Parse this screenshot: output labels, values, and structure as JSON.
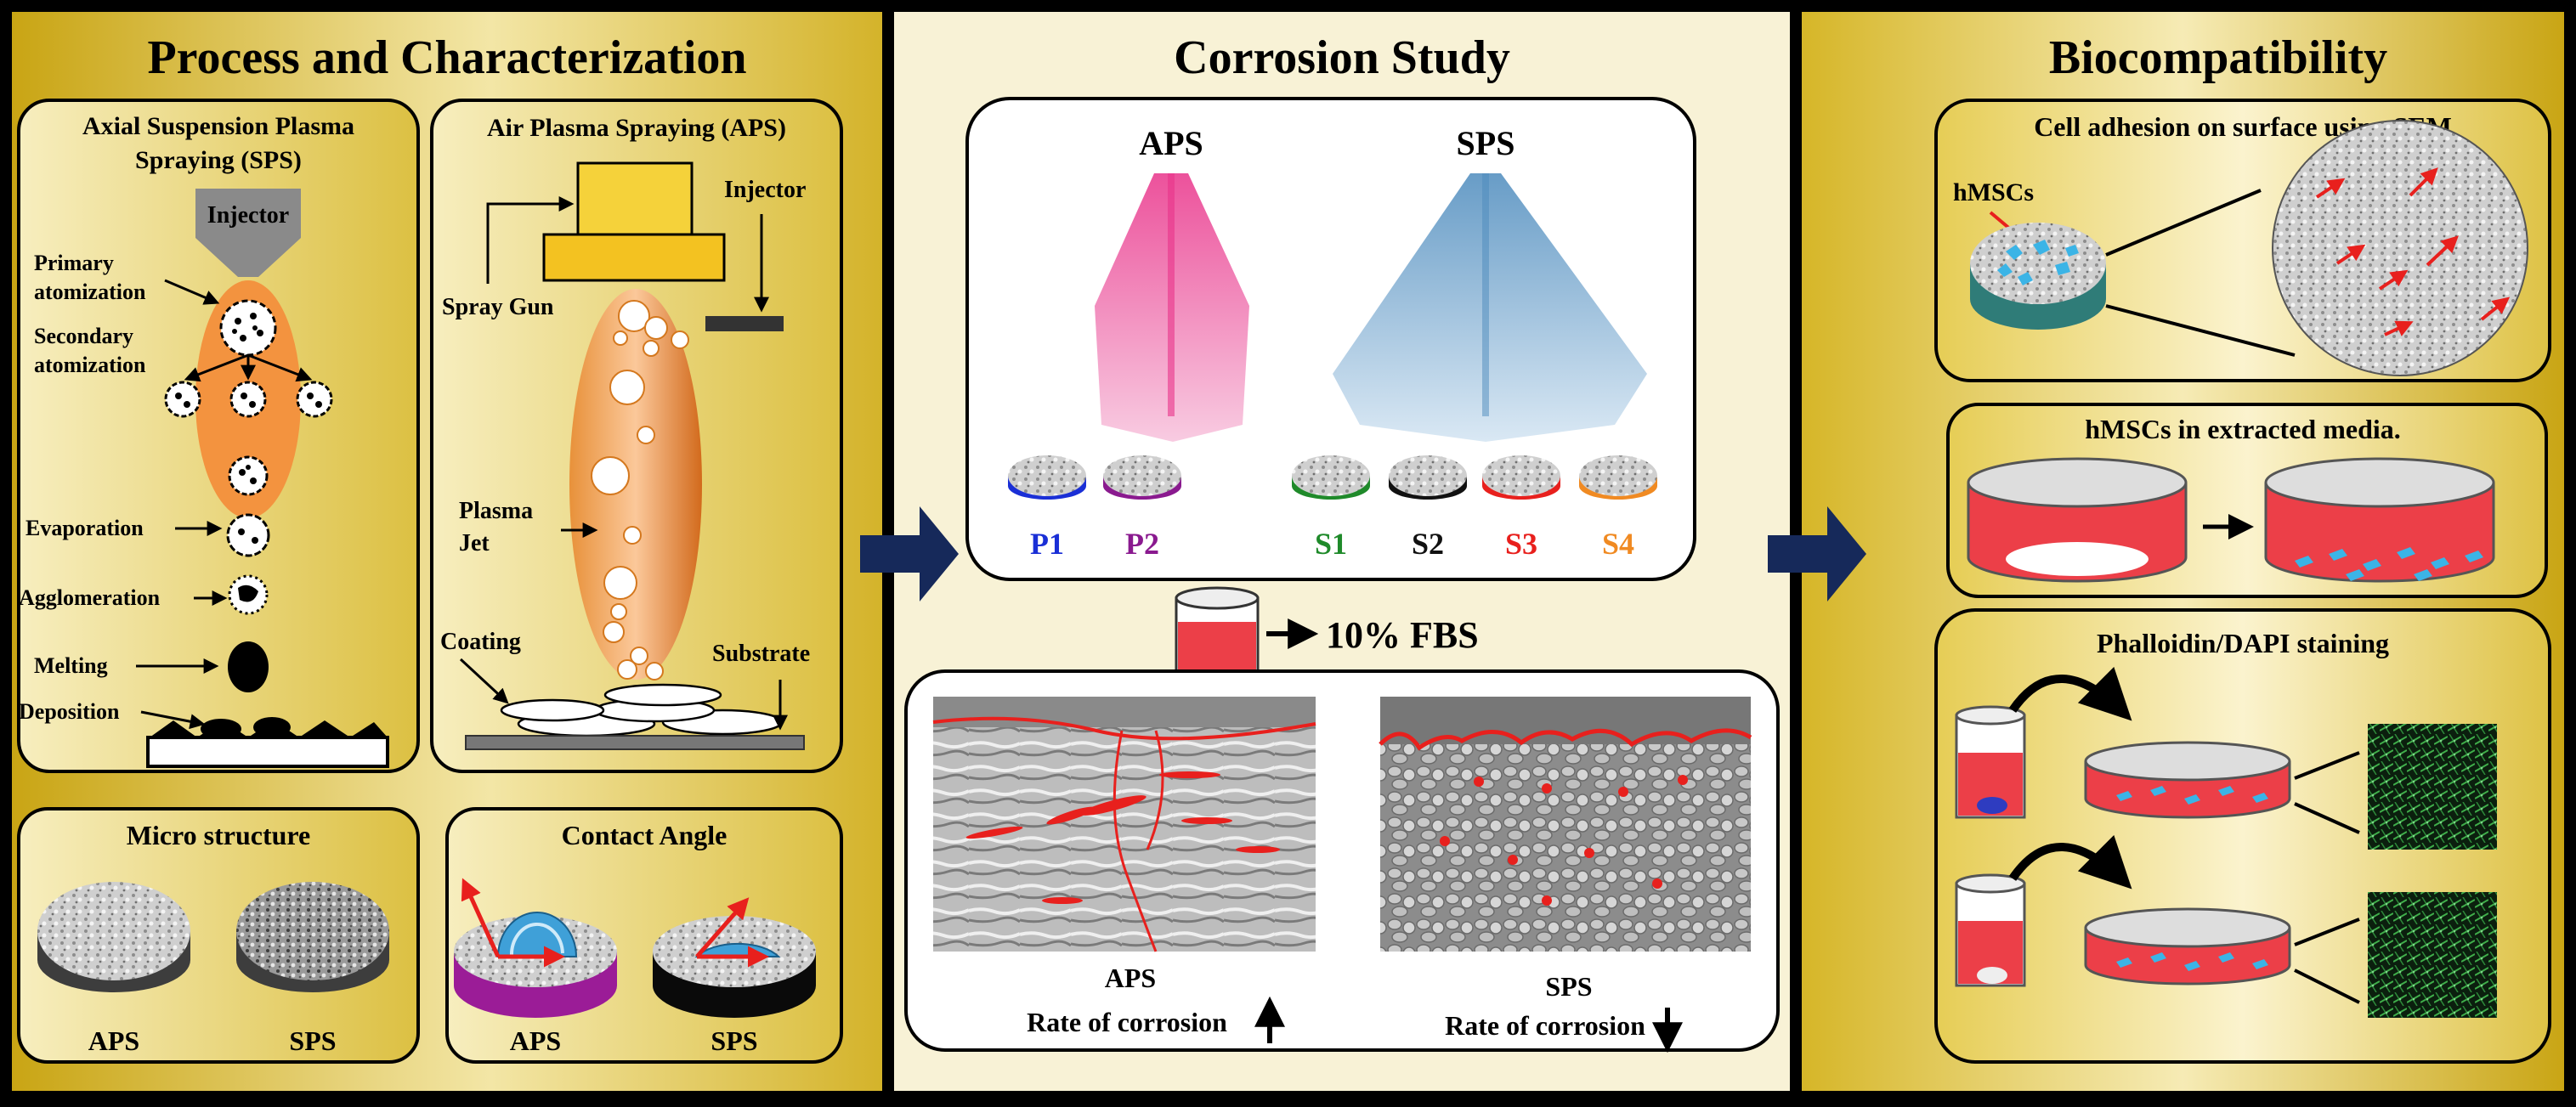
{
  "panels": {
    "left": {
      "title": "Process and Characterization",
      "sps_box": {
        "title_line1": "Axial Suspension Plasma",
        "title_line2": "Spraying (SPS)",
        "injector": "Injector",
        "labels": {
          "primary1": "Primary",
          "primary2": "atomization",
          "secondary1": "Secondary",
          "secondary2": "atomization",
          "evaporation": "Evaporation",
          "agglomeration": "Agglomeration",
          "melting": "Melting",
          "deposition": "Deposition"
        }
      },
      "aps_box": {
        "title": "Air Plasma Spraying (APS)",
        "injector": "Injector",
        "spray_gun": "Spray Gun",
        "plasma1": "Plasma",
        "plasma2": "Jet",
        "coating": "Coating",
        "substrate": "Substrate"
      },
      "micro": {
        "title": "Micro structure",
        "label_aps": "APS",
        "label_sps": "SPS"
      },
      "contact": {
        "title": "Contact Angle",
        "label_aps": "APS",
        "label_sps": "SPS"
      }
    },
    "middle": {
      "title": "Corrosion Study",
      "top_box": {
        "aps": "APS",
        "sps": "SPS",
        "samples": [
          {
            "label": "P1",
            "color": "#1a2fd6"
          },
          {
            "label": "P2",
            "color": "#8a1a8f"
          },
          {
            "label": "S1",
            "color": "#1f8a2a"
          },
          {
            "label": "S2",
            "color": "#111111"
          },
          {
            "label": "S3",
            "color": "#e8201d"
          },
          {
            "label": "S4",
            "color": "#f08a22"
          }
        ],
        "aps_color": "#e9338a",
        "sps_color": "#5a93c2"
      },
      "fbs": "10% FBS",
      "bottom_box": {
        "aps_label": "APS",
        "aps_rate": "Rate of corrosion",
        "sps_label": "SPS",
        "sps_rate": "Rate of corrosion"
      }
    },
    "right": {
      "title": "Biocompatibility",
      "adhesion": {
        "title": "Cell adhesion on surface using SEM",
        "hmscs": "hMSCs"
      },
      "extracted": {
        "title": "hMSCs in extracted  media."
      },
      "staining": {
        "title": "Phalloidin/DAPI staining"
      }
    }
  },
  "colors": {
    "gold_dark": "#c9a514",
    "gold_light": "#f6ebb0",
    "cream": "#f8f2d6",
    "arrow_navy": "#16295a",
    "dish_red": "#ec3f48",
    "cell_cyan": "#3bb4e6"
  }
}
